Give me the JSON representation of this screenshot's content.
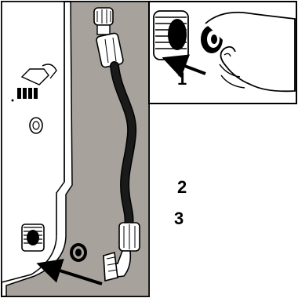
{
  "figure": {
    "kind": "washing-machine inlet hose installation instructions",
    "steps": [
      {
        "number": "1",
        "action": "insert-seal-washer"
      },
      {
        "number": "2",
        "action": "align-hose-nut-on-thread"
      },
      {
        "number": "3",
        "action": "tighten-nut-by-hand"
      }
    ]
  },
  "colors": {
    "background": "#ffffff",
    "wall": "#a7a29c",
    "line": "#000000",
    "hose": "#1a1a1a"
  },
  "icons": [
    "arrow-icon",
    "rotate-arrow-icon",
    "seal-washer-icon",
    "hose-icon",
    "hand-icon",
    "threaded-inlet-icon"
  ]
}
